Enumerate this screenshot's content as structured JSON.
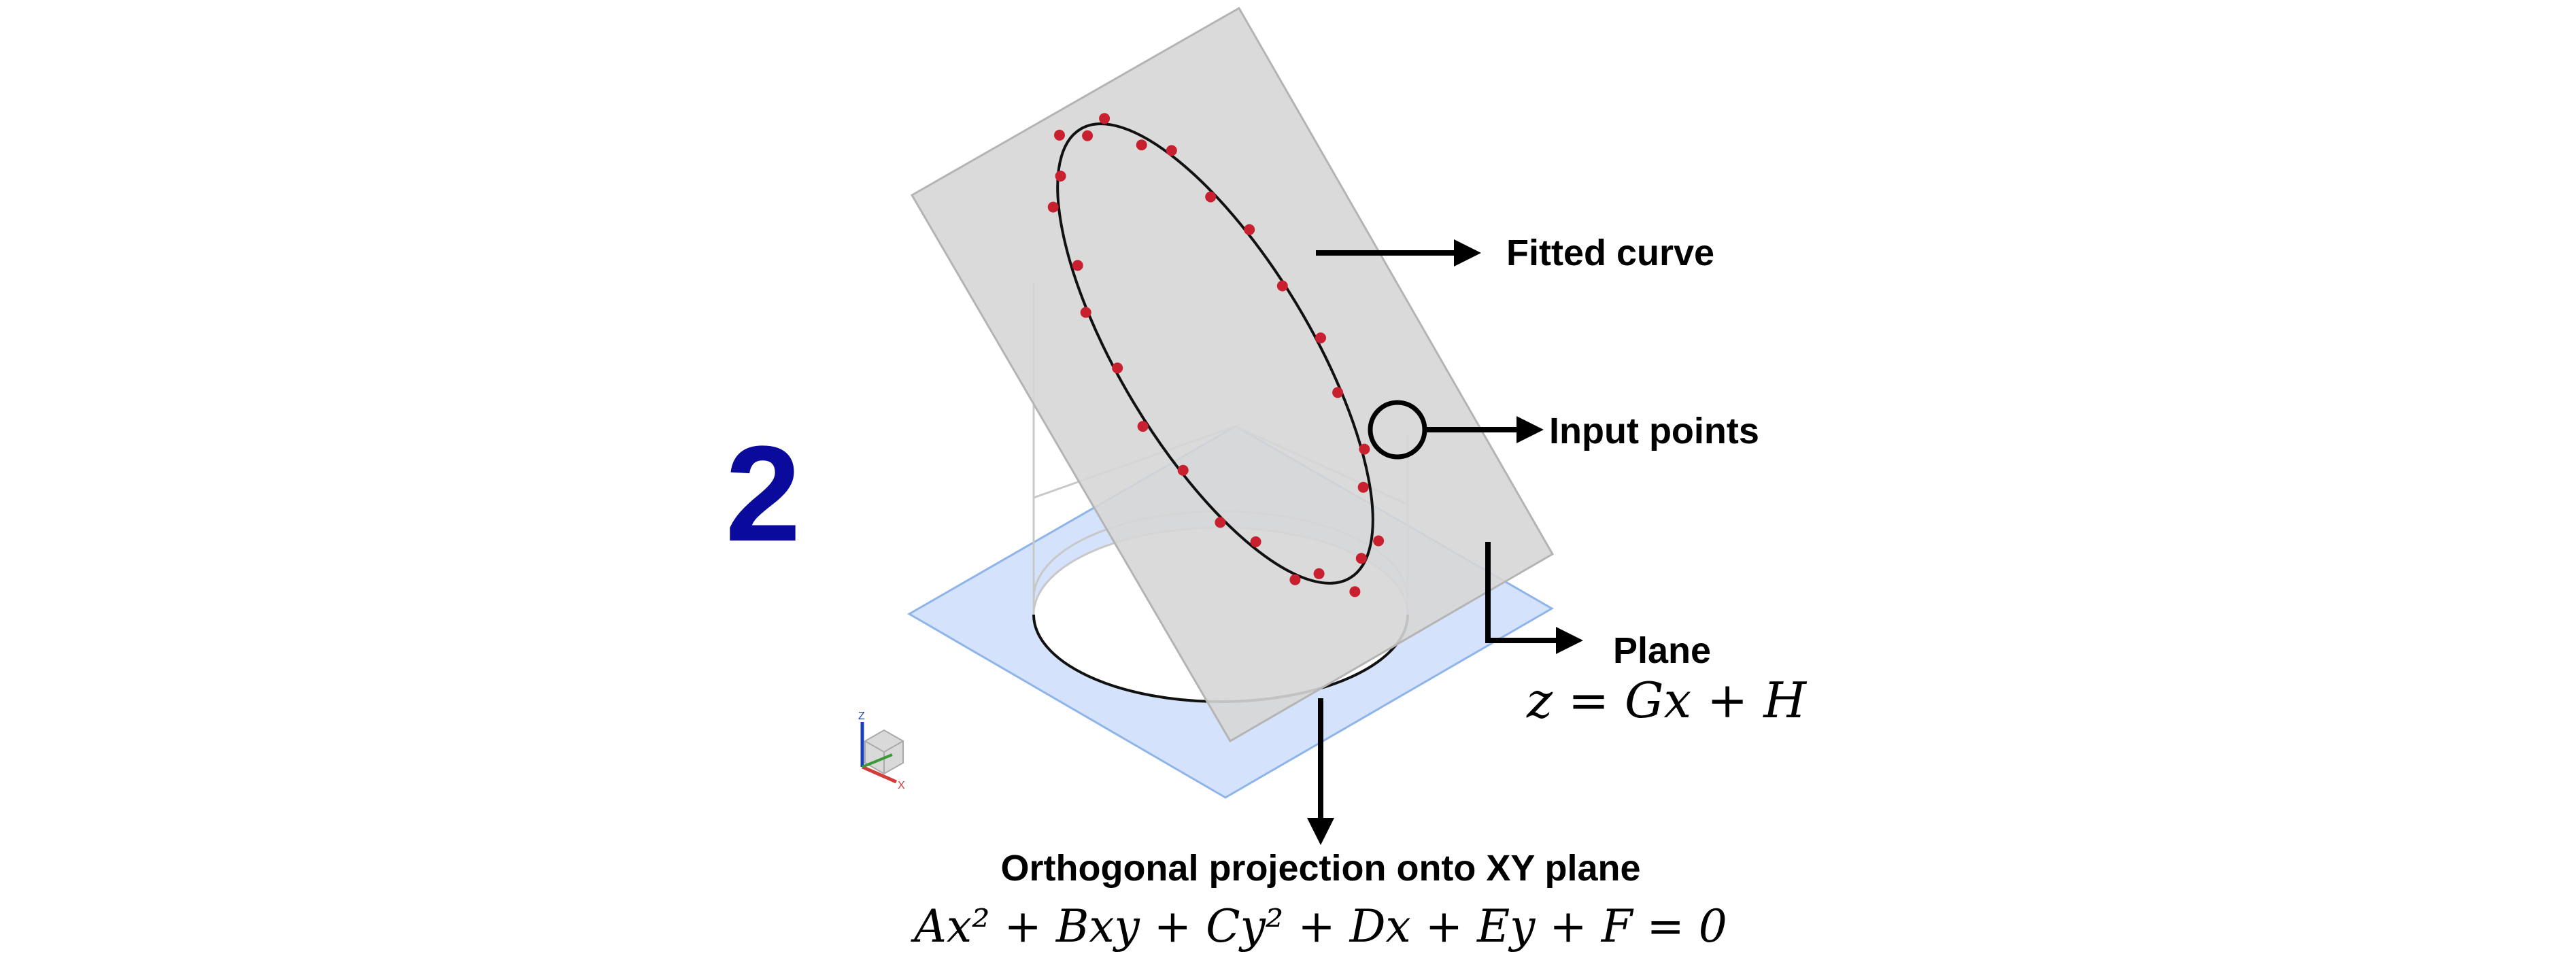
{
  "step_number": "2",
  "labels": {
    "fitted_curve": "Fitted curve",
    "input_points": "Input points",
    "plane": "Plane",
    "plane_equation": "z = Gx + H",
    "projection": "Orthogonal projection onto XY plane",
    "projection_equation": "Ax² + Bxy + Cy² + Dx + Ey + F = 0"
  },
  "axis_triad": {
    "z": "Z",
    "x": "X"
  },
  "colors": {
    "step_number": "#0a0a9c",
    "input_point": "#c8202e",
    "plane_fill": "#d6d6d6",
    "xy_plane_fill": "#cfe0fb",
    "xy_plane_stroke": "#8fb4ea",
    "curve": "#111111"
  },
  "input_point_count": 26
}
